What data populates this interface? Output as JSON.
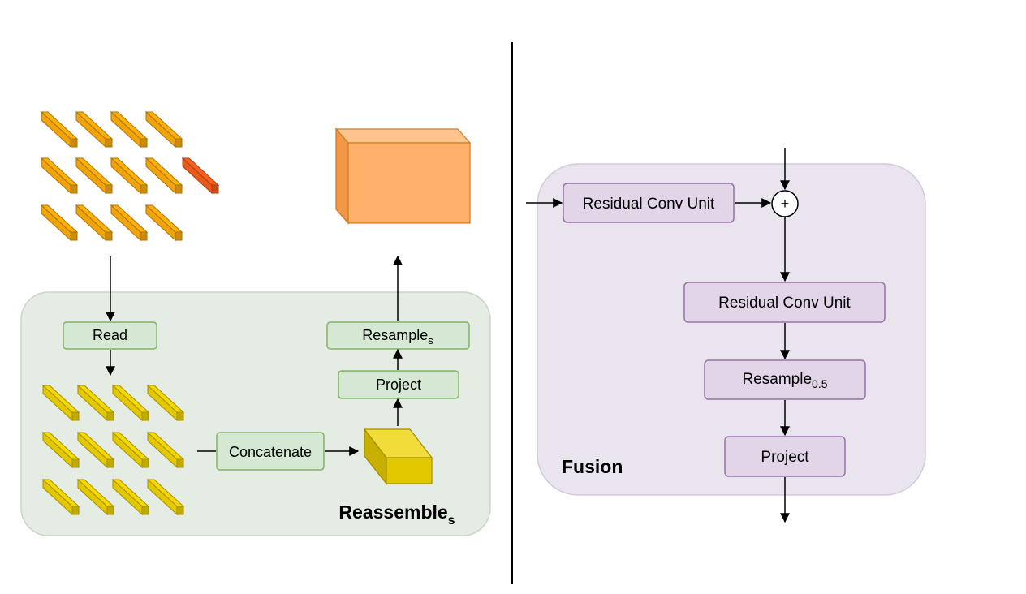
{
  "reassemble": {
    "title_main": "Reassemble",
    "title_sub": "s",
    "read": "Read",
    "concatenate": "Concatenate",
    "project": "Project",
    "resample_main": "Resample",
    "resample_sub": "s"
  },
  "fusion": {
    "title": "Fusion",
    "rcu_1": "Residual Conv Unit",
    "rcu_2": "Residual Conv Unit",
    "plus": "+",
    "resample_main": "Resample",
    "resample_sub": "0.5",
    "project": "Project"
  },
  "colors": {
    "token_orange": "#f0a30a",
    "token_readout": "#e8591a",
    "token_yellow": "#e3c800",
    "output_block": "#ffb06a",
    "reassemble_panel": "#e5ece3",
    "fusion_panel": "#e9e4ee",
    "green_box": "#d5e8d4",
    "green_border": "#82b366",
    "purple_box": "#e1d5e7",
    "purple_border": "#9673a6"
  }
}
